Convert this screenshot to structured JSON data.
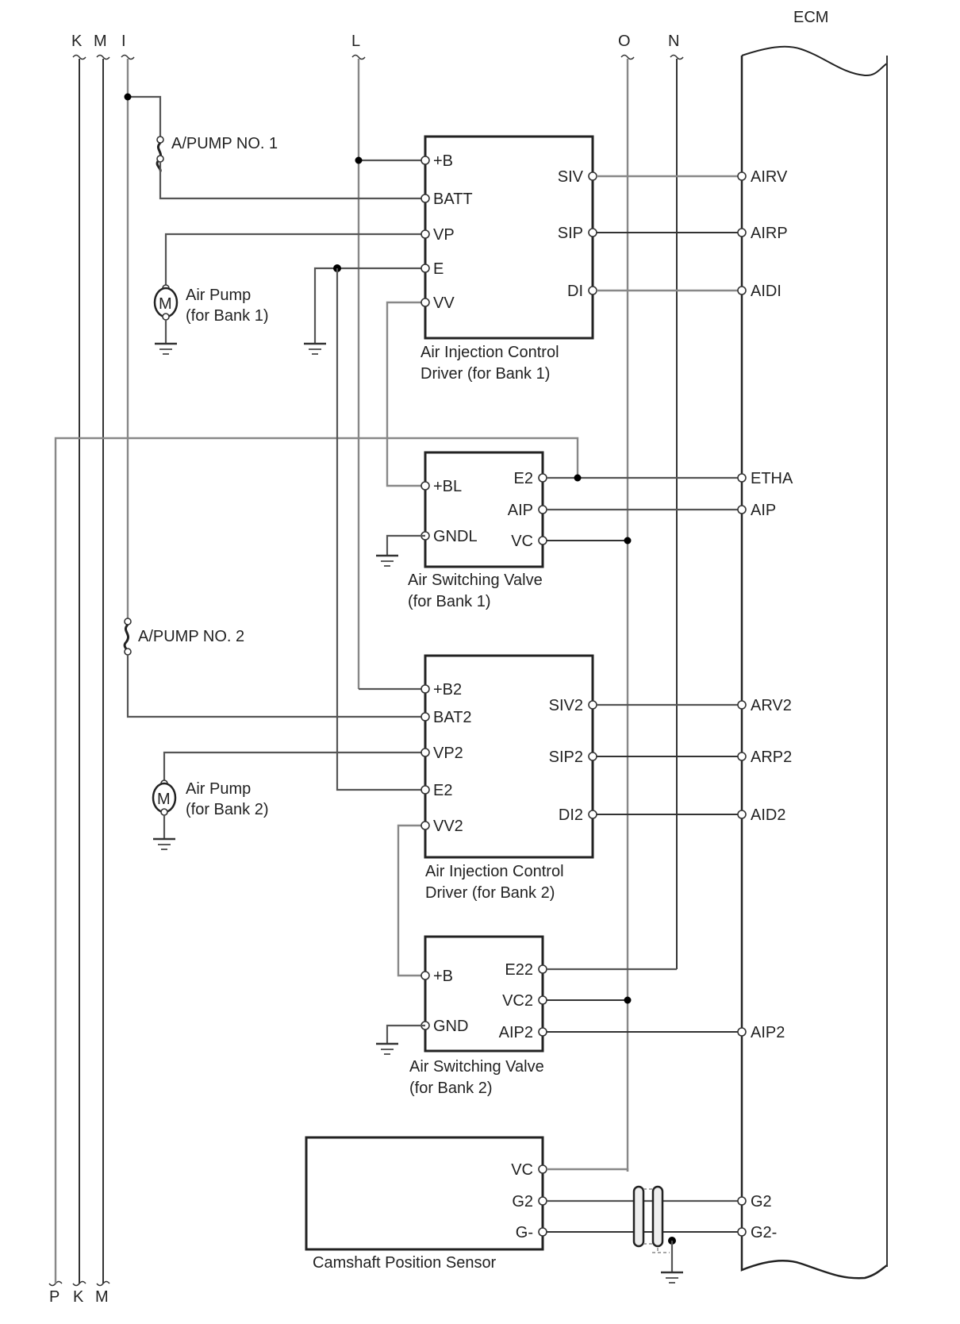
{
  "title": "ECM",
  "top_connectors": [
    {
      "id": "K",
      "label": "K"
    },
    {
      "id": "M",
      "label": "M"
    },
    {
      "id": "I",
      "label": "I"
    },
    {
      "id": "L",
      "label": "L"
    },
    {
      "id": "O",
      "label": "O"
    },
    {
      "id": "N",
      "label": "N"
    }
  ],
  "bottom_connectors": [
    {
      "id": "P",
      "label": "P"
    },
    {
      "id": "K",
      "label": "K"
    },
    {
      "id": "M",
      "label": "M"
    }
  ],
  "fuses": [
    {
      "id": "fuse1",
      "label": "A/PUMP NO. 1"
    },
    {
      "id": "fuse2",
      "label": "A/PUMP NO. 2"
    }
  ],
  "motors": [
    {
      "id": "pump1",
      "symbol": "M",
      "label_line1": "Air Pump",
      "label_line2": "(for Bank 1)"
    },
    {
      "id": "pump2",
      "symbol": "M",
      "label_line1": "Air Pump",
      "label_line2": "(for Bank 2)"
    }
  ],
  "components": {
    "driver1": {
      "caption_line1": "Air Injection Control",
      "caption_line2": "Driver (for Bank 1)",
      "left_pins": [
        "+B",
        "BATT",
        "VP",
        "E",
        "VV"
      ],
      "right_pins": [
        "SIV",
        "SIP",
        "DI"
      ]
    },
    "valve1": {
      "caption_line1": "Air Switching Valve",
      "caption_line2": "(for Bank 1)",
      "left_pins": [
        "+BL",
        "GNDL"
      ],
      "right_pins": [
        "E2",
        "AIP",
        "VC"
      ]
    },
    "driver2": {
      "caption_line1": "Air Injection Control",
      "caption_line2": "Driver (for Bank 2)",
      "left_pins": [
        "+B2",
        "BAT2",
        "VP2",
        "E2",
        "VV2"
      ],
      "right_pins": [
        "SIV2",
        "SIP2",
        "DI2"
      ]
    },
    "valve2": {
      "caption_line1": "Air Switching Valve",
      "caption_line2": "(for Bank 2)",
      "left_pins": [
        "+B",
        "GND"
      ],
      "right_pins": [
        "E22",
        "VC2",
        "AIP2"
      ]
    },
    "camsensor": {
      "caption_line1": "Camshaft Position Sensor",
      "right_pins": [
        "VC",
        "G2",
        "G-"
      ]
    }
  },
  "ecm_pins": [
    "AIRV",
    "AIRP",
    "AIDI",
    "ETHA",
    "AIP",
    "ARV2",
    "ARP2",
    "AID2",
    "AIP2",
    "G2",
    "G2-"
  ]
}
